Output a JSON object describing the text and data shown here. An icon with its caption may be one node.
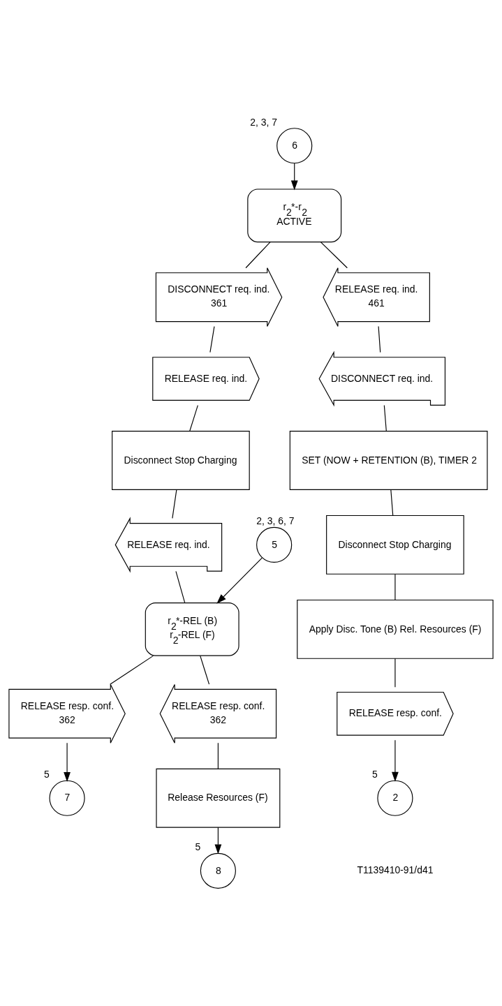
{
  "diagram": {
    "nodes": [
      {
        "text": [
          "6"
        ],
        "beside": [
          "2, 3, 7"
        ]
      },
      {
        "text": [
          "r$_{2}$*-r$_{2}$",
          "ACTIVE"
        ]
      },
      {
        "text": [
          "DISCONNECT req. ind.",
          "361"
        ]
      },
      {
        "text": [
          "RELEASE req. ind."
        ]
      },
      {
        "text": [
          "Disconnect Stop Charging"
        ]
      },
      {
        "text": [
          "RELEASE req. ind."
        ]
      },
      {
        "text": [
          "5"
        ],
        "beside": [
          "2, 3, 6, 7"
        ]
      },
      {
        "text": [
          "r$_{2}$*-REL (B)",
          "r$_{2}$-REL (F)"
        ]
      },
      {
        "text": [
          "RELEASE resp. conf.",
          "362"
        ]
      },
      {
        "text": [
          "7"
        ],
        "beside": [
          "5"
        ]
      },
      {
        "text": [
          "RELEASE resp. conf.",
          "362"
        ]
      },
      {
        "text": [
          "Release Resources (F)"
        ]
      },
      {
        "text": [
          "8"
        ],
        "beside": [
          "5"
        ]
      },
      {
        "text": [
          "RELEASE req. ind.",
          "461"
        ]
      },
      {
        "text": [
          "DISCONNECT req. ind."
        ]
      },
      {
        "text": [
          "SET (NOW + RETENTION (B), TIMER 2"
        ]
      },
      {
        "text": [
          "Disconnect Stop Charging"
        ]
      },
      {
        "text": [
          "Apply Disc. Tone (B) Rel. Resources (F)"
        ]
      },
      {
        "text": [
          "RELEASE resp. conf."
        ]
      },
      {
        "text": [
          "2"
        ],
        "beside": [
          "5"
        ]
      }
    ],
    "edges": [
      {
        "from": 0,
        "to": 1,
        "arrow": "to"
      },
      {
        "from": 1,
        "to": 2,
        "arrow": "none"
      },
      {
        "from": 1,
        "to": 13,
        "arrow": "none"
      },
      {
        "from": 2,
        "to": 3,
        "arrow": "none"
      },
      {
        "from": 3,
        "to": 4,
        "arrow": "none"
      },
      {
        "from": 4,
        "to": 5,
        "arrow": "none"
      },
      {
        "from": 5,
        "to": 7,
        "arrow": "none"
      },
      {
        "from": 6,
        "to": 7,
        "arrow": "to"
      },
      {
        "from": 7,
        "to": 8,
        "arrow": "none"
      },
      {
        "from": 7,
        "to": 10,
        "arrow": "none"
      },
      {
        "from": 8,
        "to": 9,
        "arrow": "to"
      },
      {
        "from": 10,
        "to": 11,
        "arrow": "none"
      },
      {
        "from": 11,
        "to": 12,
        "arrow": "to"
      },
      {
        "from": 13,
        "to": 14,
        "arrow": "none"
      },
      {
        "from": 14,
        "to": 15,
        "arrow": "none"
      },
      {
        "from": 15,
        "to": 16,
        "arrow": "none"
      },
      {
        "from": 16,
        "to": 17,
        "arrow": "none"
      },
      {
        "from": 17,
        "to": 18,
        "arrow": "none"
      },
      {
        "from": 18,
        "to": 19,
        "arrow": "to"
      }
    ],
    "labels": [
      "T1139410-91/d41"
    ]
  }
}
